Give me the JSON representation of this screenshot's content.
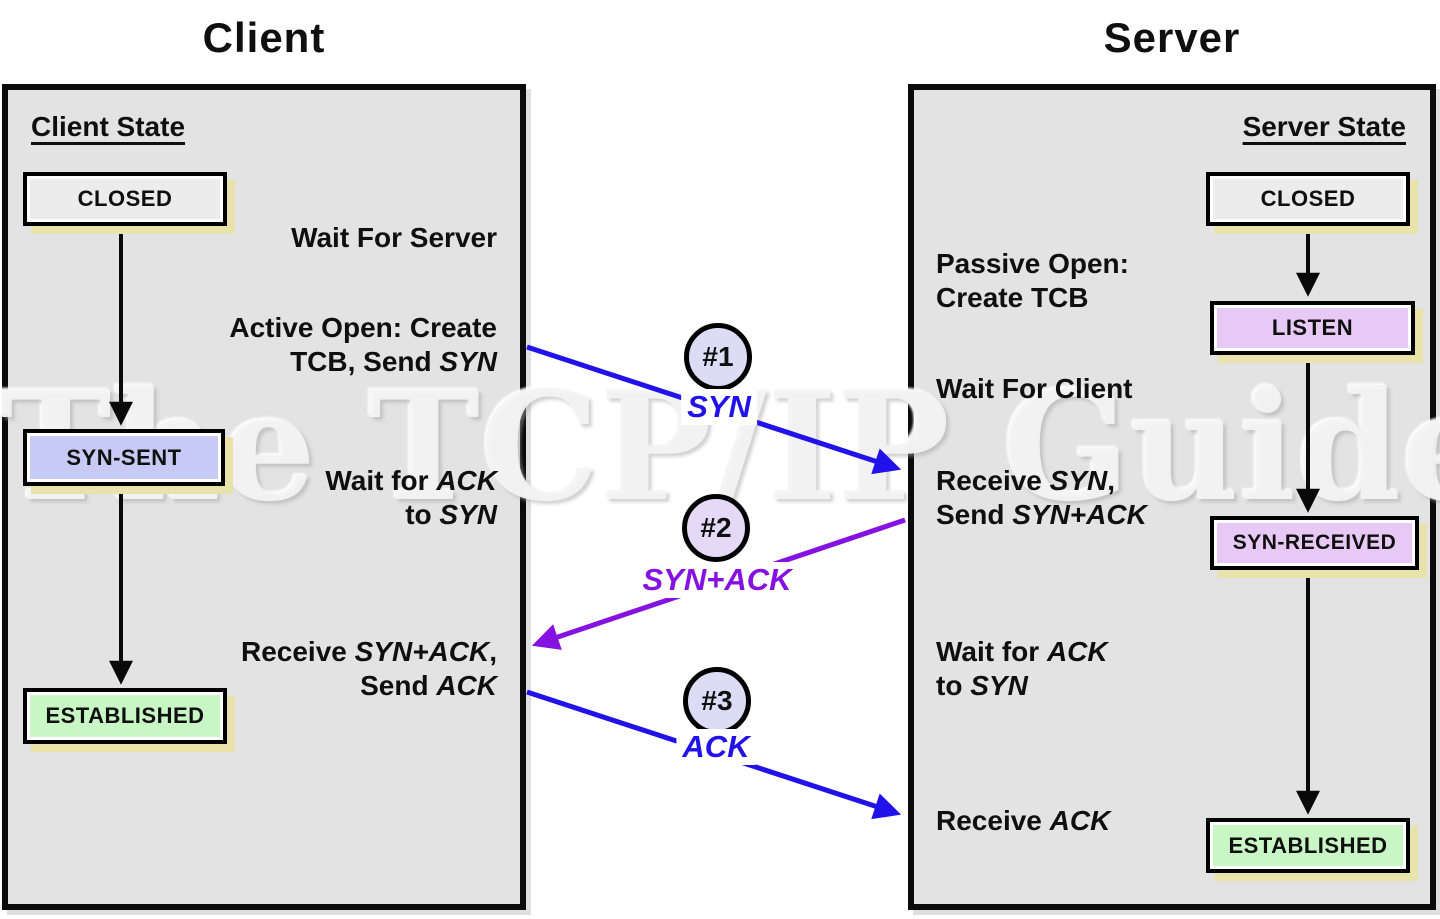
{
  "titles": {
    "client": "Client",
    "server": "Server"
  },
  "watermark": "The TCP/IP Guide",
  "client": {
    "heading": "Client State",
    "states": [
      {
        "label": "CLOSED",
        "bg": "#ececec"
      },
      {
        "label": "SYN-SENT",
        "bg": "#c7caf5"
      },
      {
        "label": "ESTABLISHED",
        "bg": "#c9f6c5"
      }
    ],
    "notes": {
      "wait_server": {
        "text": "Wait For Server"
      },
      "active_open": {
        "line1": "Active Open: Create",
        "line2_plain": "TCB, Send ",
        "line2_italic": "SYN"
      },
      "wait_ack": {
        "line1_plain": "Wait for ",
        "line1_italic": "ACK",
        "line2_plain": "to ",
        "line2_italic": "SYN"
      },
      "receive_synack": {
        "line1_plain": "Receive ",
        "line1_italic": "SYN+ACK",
        "line1_tail": ",",
        "line2_plain": "Send ",
        "line2_italic": "ACK"
      }
    }
  },
  "server": {
    "heading": "Server State",
    "states": [
      {
        "label": "CLOSED",
        "bg": "#ececec"
      },
      {
        "label": "LISTEN",
        "bg": "#e8c9f5"
      },
      {
        "label": "SYN-RECEIVED",
        "bg": "#e8c9f5"
      },
      {
        "label": "ESTABLISHED",
        "bg": "#c9f6c5"
      }
    ],
    "notes": {
      "passive_open": {
        "line1": "Passive Open:",
        "line2": "Create TCB"
      },
      "wait_client": {
        "text": "Wait For Client"
      },
      "receive_syn": {
        "line1_plain": "Receive ",
        "line1_italic": "SYN",
        "line1_tail": ",",
        "line2_plain": "Send ",
        "line2_italic": "SYN+ACK"
      },
      "wait_ack": {
        "line1_plain": "Wait for ",
        "line1_italic": "ACK",
        "line2_plain": "to ",
        "line2_italic": "SYN"
      },
      "receive_ack": {
        "line_plain": "Receive ",
        "line_italic": "ACK"
      }
    }
  },
  "messages": [
    {
      "id": "#1",
      "label": "SYN",
      "color": "#2012e8",
      "circle_fill": "#dcdcf7"
    },
    {
      "id": "#2",
      "label": "SYN+ACK",
      "color": "#8512e0",
      "circle_fill": "#e4daf7"
    },
    {
      "id": "#3",
      "label": "ACK",
      "color": "#2012e8",
      "circle_fill": "#dcdcf7"
    }
  ],
  "colors": {
    "panel_bg": "#e3e3e3",
    "panel_border": "#0b0b0b",
    "box_border": "#000000",
    "box_shadow": "#e9e3ab",
    "arrow_black": "#0a0a0a",
    "arrow_blue": "#2012e8",
    "arrow_purple": "#8512e0",
    "watermark_gray": "#ececec"
  }
}
